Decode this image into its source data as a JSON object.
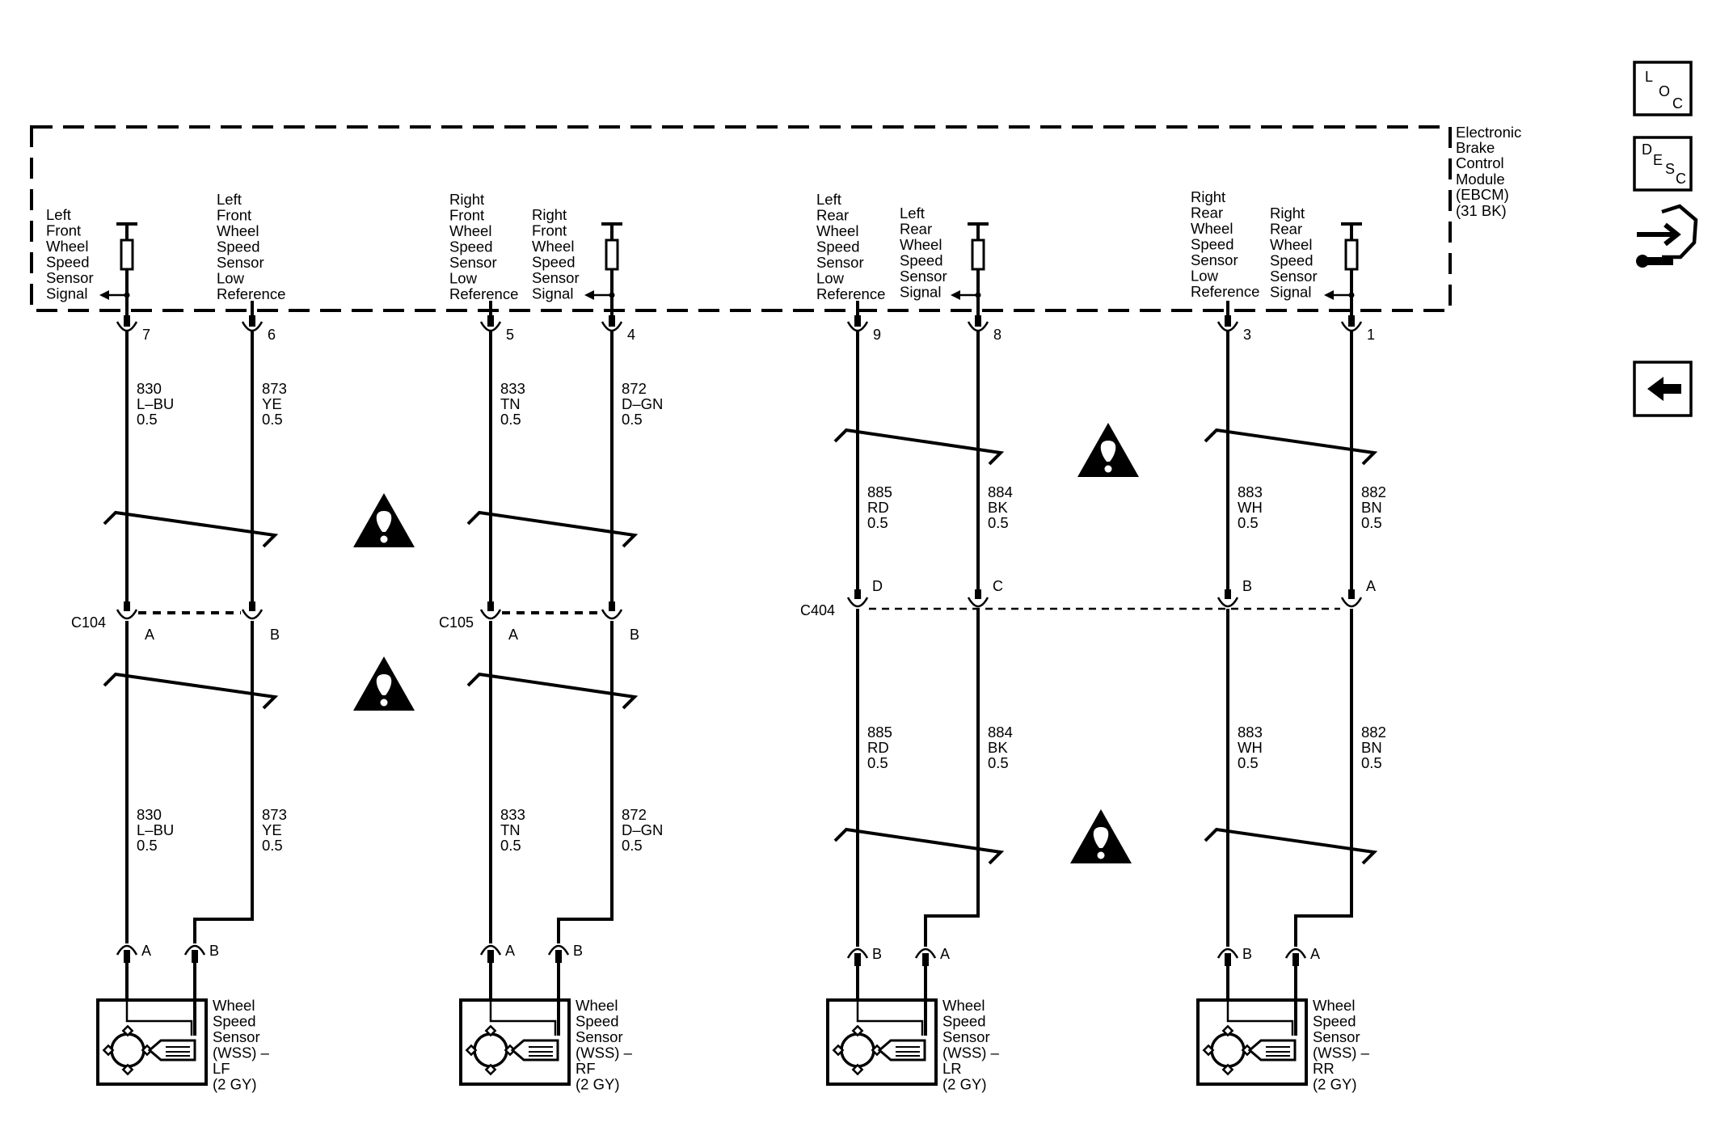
{
  "module": {
    "name_lines": [
      "Electronic",
      "Brake",
      "Control",
      "Module",
      "(EBCM)",
      "(31 BK)"
    ]
  },
  "circuits": [
    {
      "label_lines": [
        "Left",
        "Front",
        "Wheel",
        "Speed",
        "Sensor",
        "Signal"
      ],
      "pin": "7",
      "wire": "830",
      "color": "L–BU",
      "size": "0.5",
      "lower_wire": "830",
      "lower_color": "L–BU",
      "lower_size": "0.5",
      "inline_pin": "A",
      "sensor_pin": "A"
    },
    {
      "label_lines": [
        "Left",
        "Front",
        "Wheel",
        "Speed",
        "Sensor",
        "Low",
        "Reference"
      ],
      "pin": "6",
      "wire": "873",
      "color": "YE",
      "size": "0.5",
      "lower_wire": "873",
      "lower_color": "YE",
      "lower_size": "0.5",
      "inline_pin": "B",
      "sensor_pin": "B"
    },
    {
      "label_lines": [
        "Right",
        "Front",
        "Wheel",
        "Speed",
        "Sensor",
        "Low",
        "Reference"
      ],
      "pin": "5",
      "wire": "833",
      "color": "TN",
      "size": "0.5",
      "lower_wire": "833",
      "lower_color": "TN",
      "lower_size": "0.5",
      "inline_pin": "A",
      "sensor_pin": "A"
    },
    {
      "label_lines": [
        "Right",
        "Front",
        "Wheel",
        "Speed",
        "Sensor",
        "Signal"
      ],
      "pin": "4",
      "wire": "872",
      "color": "D–GN",
      "size": "0.5",
      "lower_wire": "872",
      "lower_color": "D–GN",
      "lower_size": "0.5",
      "inline_pin": "B",
      "sensor_pin": "B"
    },
    {
      "label_lines": [
        "Left",
        "Rear",
        "Wheel",
        "Speed",
        "Sensor",
        "Low",
        "Reference"
      ],
      "pin": "9",
      "wire": "885",
      "color": "RD",
      "size": "0.5",
      "lower_wire": "885",
      "lower_color": "RD",
      "lower_size": "0.5",
      "inline_pin": "D",
      "sensor_pin": "B"
    },
    {
      "label_lines": [
        "Left",
        "Rear",
        "Wheel",
        "Speed",
        "Sensor",
        "Signal"
      ],
      "pin": "8",
      "wire": "884",
      "color": "BK",
      "size": "0.5",
      "lower_wire": "884",
      "lower_color": "BK",
      "lower_size": "0.5",
      "inline_pin": "C",
      "sensor_pin": "A"
    },
    {
      "label_lines": [
        "Right",
        "Rear",
        "Wheel",
        "Speed",
        "Sensor",
        "Low",
        "Reference"
      ],
      "pin": "3",
      "wire": "883",
      "color": "WH",
      "size": "0.5",
      "lower_wire": "883",
      "lower_color": "WH",
      "lower_size": "0.5",
      "inline_pin": "B",
      "sensor_pin": "B"
    },
    {
      "label_lines": [
        "Right",
        "Rear",
        "Wheel",
        "Speed",
        "Sensor",
        "Signal"
      ],
      "pin": "1",
      "wire": "882",
      "color": "BN",
      "size": "0.5",
      "lower_wire": "882",
      "lower_color": "BN",
      "lower_size": "0.5",
      "inline_pin": "A",
      "sensor_pin": "A"
    }
  ],
  "inline_connectors": [
    "C104",
    "C105",
    "C404"
  ],
  "sensors": [
    {
      "label_lines": [
        "Wheel",
        "Speed",
        "Sensor",
        "(WSS) –",
        "LF",
        "(2 GY)"
      ]
    },
    {
      "label_lines": [
        "Wheel",
        "Speed",
        "Sensor",
        "(WSS) –",
        "RF",
        "(2 GY)"
      ]
    },
    {
      "label_lines": [
        "Wheel",
        "Speed",
        "Sensor",
        "(WSS) –",
        "LR",
        "(2 GY)"
      ]
    },
    {
      "label_lines": [
        "Wheel",
        "Speed",
        "Sensor",
        "(WSS) –",
        "RR",
        "(2 GY)"
      ]
    }
  ],
  "sidebar": {
    "loc": {
      "l": "L",
      "o": "O",
      "c": "C"
    },
    "desc": {
      "d": "D",
      "e": "E",
      "s": "S",
      "c": "C"
    },
    "icons": [
      "loc-icon",
      "desc-icon",
      "connector-service-icon",
      "back-arrow-icon"
    ]
  }
}
